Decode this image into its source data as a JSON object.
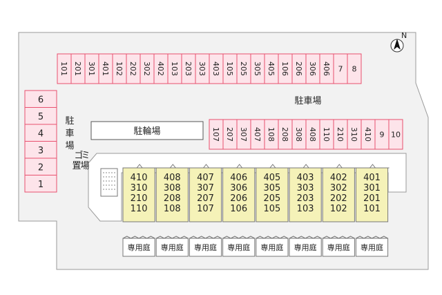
{
  "colors": {
    "lot": "#f2f2f2",
    "lot_stroke": "#9a9a9a",
    "slot_fill": "#fde4ea",
    "slot_stroke": "#e8506e",
    "unit_fill": "#f5f2b8",
    "unit_stroke": "#777777",
    "text": "#222222"
  },
  "top_row": [
    "101",
    "201",
    "301",
    "401",
    "102",
    "202",
    "302",
    "402",
    "103",
    "203",
    "303",
    "403",
    "105",
    "205",
    "305",
    "405",
    "106",
    "206",
    "306",
    "406",
    "7",
    "8"
  ],
  "mid_row": [
    "107",
    "207",
    "307",
    "407",
    "108",
    "208",
    "308",
    "408",
    "110",
    "210",
    "310",
    "410",
    "9",
    "10"
  ],
  "left_column": [
    "6",
    "5",
    "4",
    "3",
    "2",
    "1"
  ],
  "labels": {
    "parking_right": "駐車場",
    "parking_left": "駐車場",
    "bicycle": "駐輪場",
    "garbage": "ゴミ置場",
    "north": "N"
  },
  "buildings": [
    {
      "units": [
        "410",
        "310",
        "210",
        "110"
      ],
      "garden": "専用庭"
    },
    {
      "units": [
        "408",
        "308",
        "208",
        "108"
      ],
      "garden": "専用庭"
    },
    {
      "units": [
        "407",
        "307",
        "207",
        "107"
      ],
      "garden": "専用庭"
    },
    {
      "units": [
        "406",
        "306",
        "206",
        "106"
      ],
      "garden": "専用庭"
    },
    {
      "units": [
        "405",
        "305",
        "205",
        "105"
      ],
      "garden": "専用庭"
    },
    {
      "units": [
        "403",
        "303",
        "203",
        "103"
      ],
      "garden": "専用庭"
    },
    {
      "units": [
        "402",
        "302",
        "202",
        "102"
      ],
      "garden": "専用庭"
    },
    {
      "units": [
        "401",
        "301",
        "201",
        "101"
      ],
      "garden": "専用庭"
    }
  ]
}
